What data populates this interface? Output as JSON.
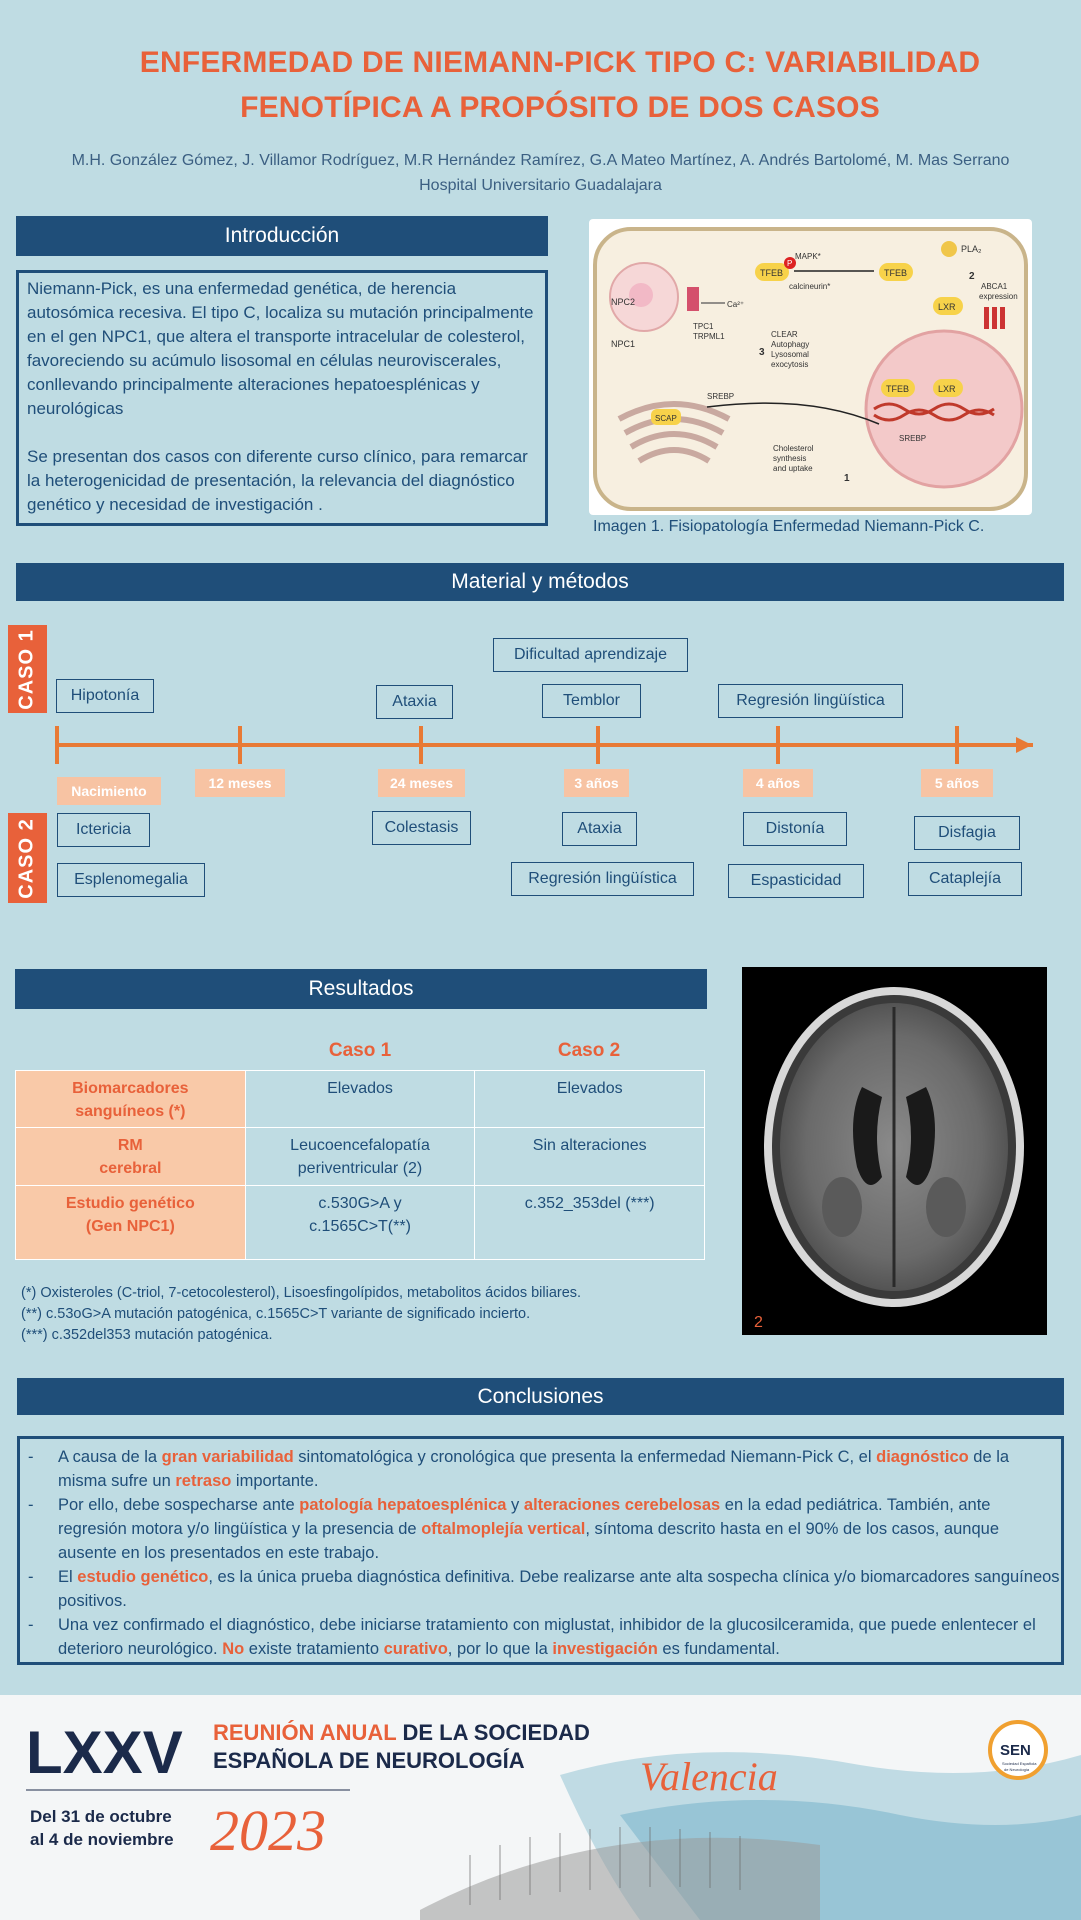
{
  "header": {
    "title_line1": "ENFERMEDAD DE NIEMANN-PICK TIPO C: VARIABILIDAD",
    "title_line2": "FENOTÍPICA A PROPÓSITO DE DOS CASOS",
    "authors": "M.H. González Gómez, J. Villamor Rodríguez, M.R Hernández Ramírez,  G.A Mateo Martínez, A. Andrés Bartolomé, M. Mas Serrano",
    "affiliation": "Hospital Universitario Guadalajara"
  },
  "intro": {
    "heading": "Introducción",
    "paragraph1": "Niemann-Pick, es una enfermedad genética, de herencia autosómica recesiva. El tipo C, localiza su mutación principalmente en el gen NPC1,  que altera el transporte intracelular de colesterol, favoreciendo su acúmulo lisosomal en células neuroviscerales, conllevando principalmente alteraciones hepatoesplénicas y neurológicas",
    "paragraph2": " Se presentan dos casos con diferente curso clínico, para remarcar la heterogenicidad de presentación, la relevancia del diagnóstico genético y necesidad de investigación ."
  },
  "figure1": {
    "caption": "Imagen 1. Fisiopatología  Enfermedad  Niemann-Pick  C.",
    "labels": {
      "npc2": "NPC2",
      "npc1": "NPC1",
      "tpc1": "TPC1",
      "trpml1": "TRPML1",
      "ca": "Ca²⁺",
      "tfeb": "TFEB",
      "p": "P",
      "mapk": "MAPK*",
      "calcineurin": "calcineurin*",
      "pla": "PLA₂",
      "lxr": "LXR",
      "abca1": "ABCA1",
      "expression": "expression",
      "clear": "CLEAR",
      "autophagy": "Autophagy",
      "lysosomal": "Lysosomal",
      "exocytosis": "exocytosis",
      "srebp": "SREBP",
      "scap": "SCAP",
      "cholesterol": "Cholesterol",
      "synthesis": "synthesis",
      "uptake": "and uptake",
      "n1": "1",
      "n2": "2",
      "n3": "3"
    }
  },
  "methods": {
    "heading": "Material y métodos",
    "caso1_label": "CASO 1",
    "caso2_label": "CASO 2",
    "ages": [
      "Nacimiento",
      "12 meses",
      "24 meses",
      "3 años",
      "4 años",
      "5 años"
    ],
    "caso1_events": [
      "Hipotonía",
      "Ataxia",
      "Dificultad  aprendizaje",
      "Temblor",
      "Regresión lingüística"
    ],
    "caso2_events": [
      "Ictericia",
      "Esplenomegalia",
      "Colestasis",
      "Ataxia",
      "Regresión lingüística",
      "Distonía",
      "Espasticidad",
      "Disfagia",
      "Cataplejía"
    ]
  },
  "results": {
    "heading": "Resultados",
    "col_caso1": "Caso 1",
    "col_caso2": "Caso 2",
    "rows": [
      {
        "label1": "Biomarcadores",
        "label2": "sanguíneos (*)",
        "c1a": "Elevados",
        "c1b": "",
        "c2a": "Elevados",
        "c2b": ""
      },
      {
        "label1": "RM",
        "label2": "cerebral",
        "c1a": "Leucoencefalopatía",
        "c1b": "periventricular (2)",
        "c2a": "Sin alteraciones",
        "c2b": ""
      },
      {
        "label1": "Estudio genético",
        "label2": "(Gen NPC1)",
        "c1a": "c.530G>A y",
        "c1b": "c.1565C>T(**)",
        "c2a": "c.352_353del (***)",
        "c2b": ""
      }
    ],
    "notes": [
      "(*) Oxisteroles (C-triol, 7-cetocolesterol), Lisoesfingolípidos, metabolitos ácidos biliares.",
      "(**) c.53oG>A mutación patogénica, c.1565C>T variante de significado incierto.",
      "(***) c.352del353 mutación patogénica."
    ],
    "mri_label": "2"
  },
  "conclusions": {
    "heading": "Conclusiones",
    "i1": [
      "A causa de la ",
      "gran variabilidad",
      " sintomatológica y cronológica que presenta la enfermedad Niemann-Pick C, el ",
      "diagnóstico",
      " de la misma sufre un ",
      "retraso",
      " importante."
    ],
    "i2": [
      "Por ello, debe sospecharse ante ",
      "patología hepatoesplénica",
      " y ",
      "alteraciones cerebelosas",
      " en la edad pediátrica. También, ante regresión motora y/o lingüística y la presencia de ",
      "oftalmoplejía vertical",
      ", síntoma descrito hasta en el 90% de los casos, aunque ausente en los presentados en este trabajo."
    ],
    "i3": [
      "El ",
      "estudio genético",
      ", es la única prueba diagnóstica definitiva. Debe realizarse ante alta sospecha clínica y/o biomarcadores sanguíneos positivos."
    ],
    "i4": [
      "Una vez confirmado el diagnóstico, debe iniciarse tratamiento con miglustat, inhibidor de la glucosilceramida, que puede enlentecer el deterioro neurológico. ",
      "No",
      " existe tratamiento ",
      "curativo",
      ", por lo que la ",
      "investigación",
      " es fundamental."
    ]
  },
  "footer": {
    "roman": "LXXV",
    "meeting_line1a": "REUNIÓN ANUAL",
    "meeting_line1b": " DE LA SOCIEDAD",
    "meeting_line2": "ESPAÑOLA DE NEUROLOGÍA",
    "dates_line1": "Del 31 de octubre",
    "dates_line2": "al 4 de noviembre",
    "year": "2023",
    "city": "Valencia",
    "sen": "SEN",
    "sen_sub1": "Sociedad Española",
    "sen_sub2": "de Neurología"
  },
  "colors": {
    "background": "#bfdce3",
    "navy": "#1f4e79",
    "orange": "#e8613a",
    "peach": "#f7c3a3"
  }
}
